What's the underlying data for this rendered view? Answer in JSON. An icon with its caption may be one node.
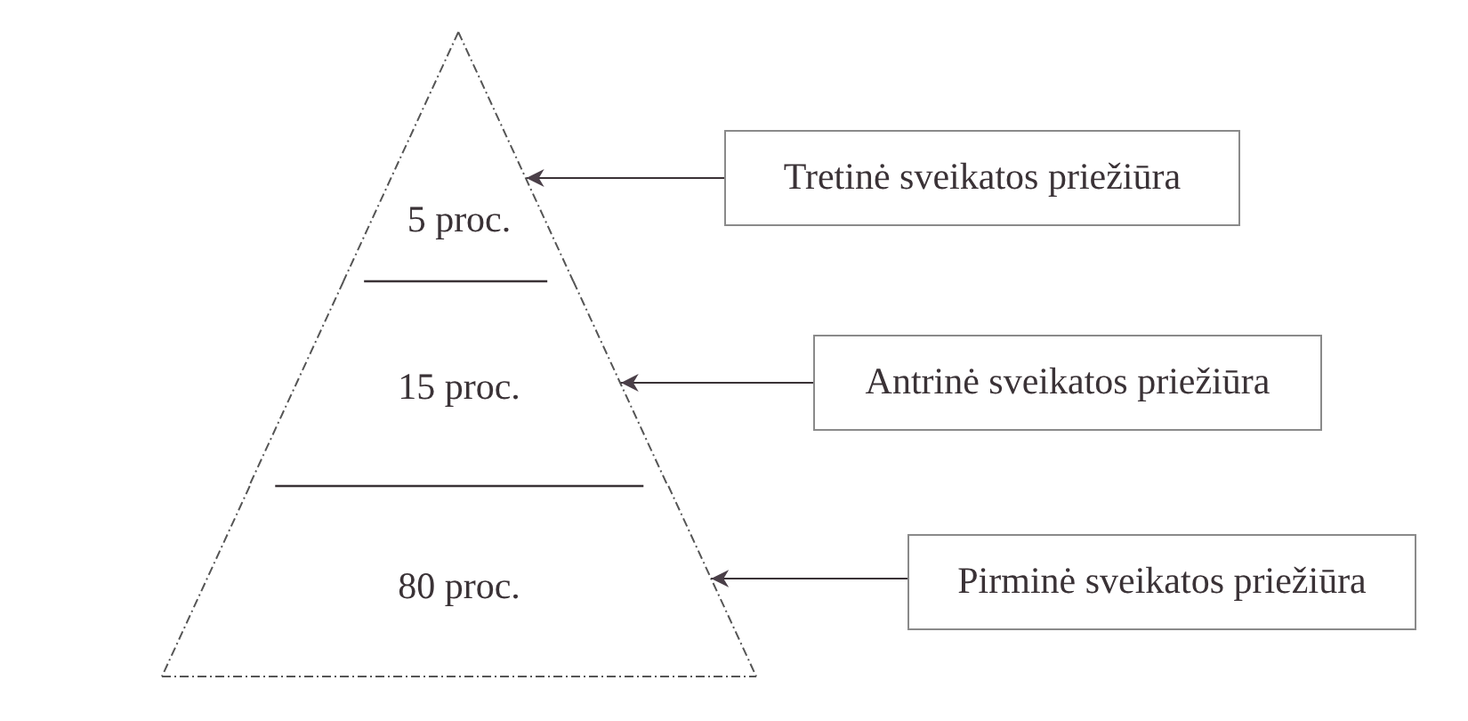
{
  "diagram": {
    "nodes": [
      {
        "text": [
          "5 proc."
        ]
      },
      {
        "text": [
          "15 proc."
        ]
      },
      {
        "text": [
          "80 proc."
        ]
      },
      {
        "text": [
          "Tretinė sveikatos priežiūra"
        ]
      },
      {
        "text": [
          "Antrinė sveikatos priežiūra"
        ]
      },
      {
        "text": [
          "Pirminė sveikatos priežiūra"
        ]
      }
    ],
    "edges": [
      {
        "from": 3,
        "to": 0,
        "arrow": "to"
      },
      {
        "from": 4,
        "to": 1,
        "arrow": "to"
      },
      {
        "from": 5,
        "to": 2,
        "arrow": "to"
      }
    ]
  }
}
